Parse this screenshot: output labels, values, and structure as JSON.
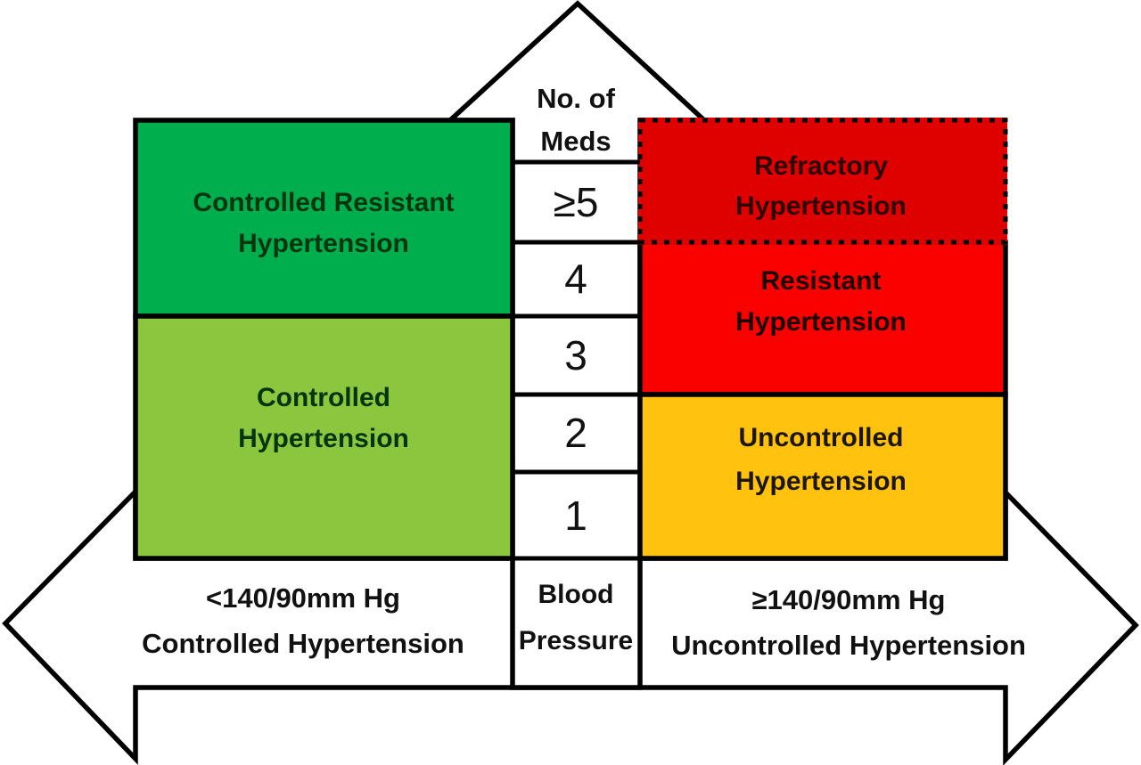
{
  "figure": {
    "med_axis": {
      "label_line1": "No. of",
      "label_line2": "Meds",
      "ticks": [
        "≥5",
        "4",
        "3",
        "2",
        "1"
      ]
    },
    "bp_axis": {
      "label_line1": "Blood",
      "label_line2": "Pressure",
      "left_value": "<140/90mm Hg",
      "left_label": "Controlled Hypertension",
      "right_value": "≥140/90mm Hg",
      "right_label": "Uncontrolled Hypertension"
    },
    "boxes": {
      "controlled_resistant": {
        "line1": "Controlled Resistant",
        "line2": "Hypertension",
        "color": "#00AE4D"
      },
      "controlled": {
        "line1": "Controlled",
        "line2": "Hypertension",
        "color": "#8CC63F"
      },
      "refractory": {
        "line1": "Refractory",
        "line2": "Hypertension",
        "color": "#DE0100"
      },
      "resistant": {
        "line1": "Resistant",
        "line2": "Hypertension",
        "color": "#FA0100"
      },
      "uncontrolled": {
        "line1": "Uncontrolled",
        "line2": "Hypertension",
        "color": "#FFC20E"
      }
    },
    "colors": {
      "outline": "#000000",
      "background": "#FFFFFF"
    }
  }
}
